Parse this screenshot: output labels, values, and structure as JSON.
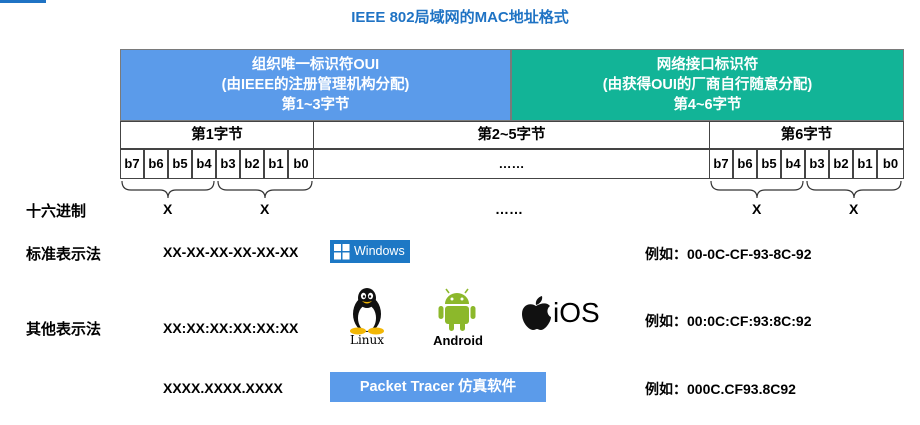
{
  "title": "IEEE 802局域网的MAC地址格式",
  "oui_block": {
    "line1": "组织唯一标识符OUI",
    "line2": "(由IEEE的注册管理机构分配)",
    "line3": "第1~3字节"
  },
  "nic_block": {
    "line1": "网络接口标识符",
    "line2": "(由获得OUI的厂商自行随意分配)",
    "line3": "第4~6字节"
  },
  "bytes": {
    "first": "第1字节",
    "middle": "第2~5字节",
    "last": "第6字节"
  },
  "bits": [
    "b7",
    "b6",
    "b5",
    "b4",
    "b3",
    "b2",
    "b1",
    "b0"
  ],
  "middle_ellipsis": "……",
  "hex": {
    "label": "十六进制",
    "x": "X",
    "ellipsis": "……"
  },
  "standard": {
    "label": "标准表示法",
    "format": "XX-XX-XX-XX-XX-XX",
    "platform": "Windows",
    "example": "例如：00-0C-CF-93-8C-92"
  },
  "other": {
    "label": "其他表示法",
    "format_colon": "XX:XX:XX:XX:XX:XX",
    "platform_linux": "Linux",
    "platform_android": "Android",
    "platform_ios": "iOS",
    "example_colon": "例如：00:0C:CF:93:8C:92",
    "format_dot": "XXXX.XXXX.XXXX",
    "platform_pt": "Packet Tracer 仿真软件",
    "example_dot": "例如：000C.CF93.8C92"
  },
  "colors": {
    "title": "#1f73c4",
    "oui": "#5b9bea",
    "nic": "#12b497",
    "windows": "#1d78c5",
    "packet_tracer": "#5b9bea"
  },
  "icons": [
    "windows-logo-icon",
    "tux-penguin-icon",
    "android-robot-icon",
    "apple-logo-icon"
  ]
}
